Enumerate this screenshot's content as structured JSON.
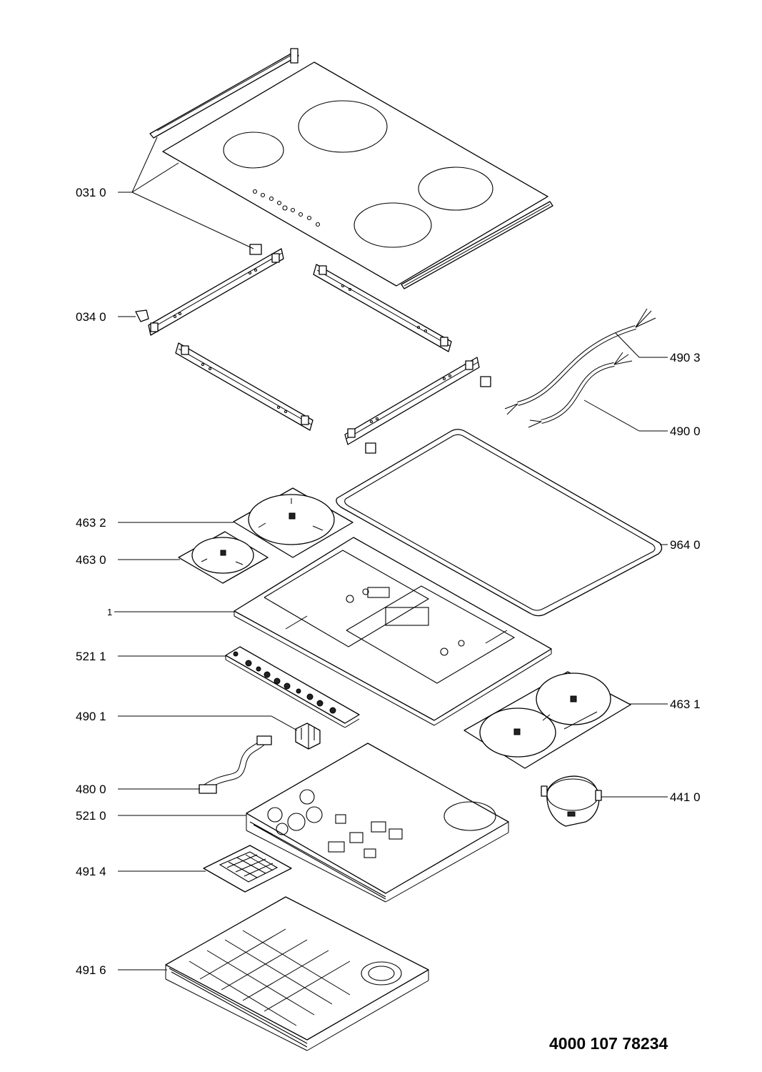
{
  "callouts": {
    "c0310": "031 0",
    "c0340": "034 0",
    "c4903": "490 3",
    "c4900": "490 0",
    "c4632": "463 2",
    "c4630": "463 0",
    "c9640": "964 0",
    "c1": "1",
    "c5211": "521 1",
    "c4901": "490 1",
    "c4631": "463 1",
    "c4800": "480 0",
    "c4410": "441 0",
    "c5210": "521 0",
    "c4914": "491 4",
    "c4916": "491 6"
  },
  "document_number": "4000 107 78234"
}
